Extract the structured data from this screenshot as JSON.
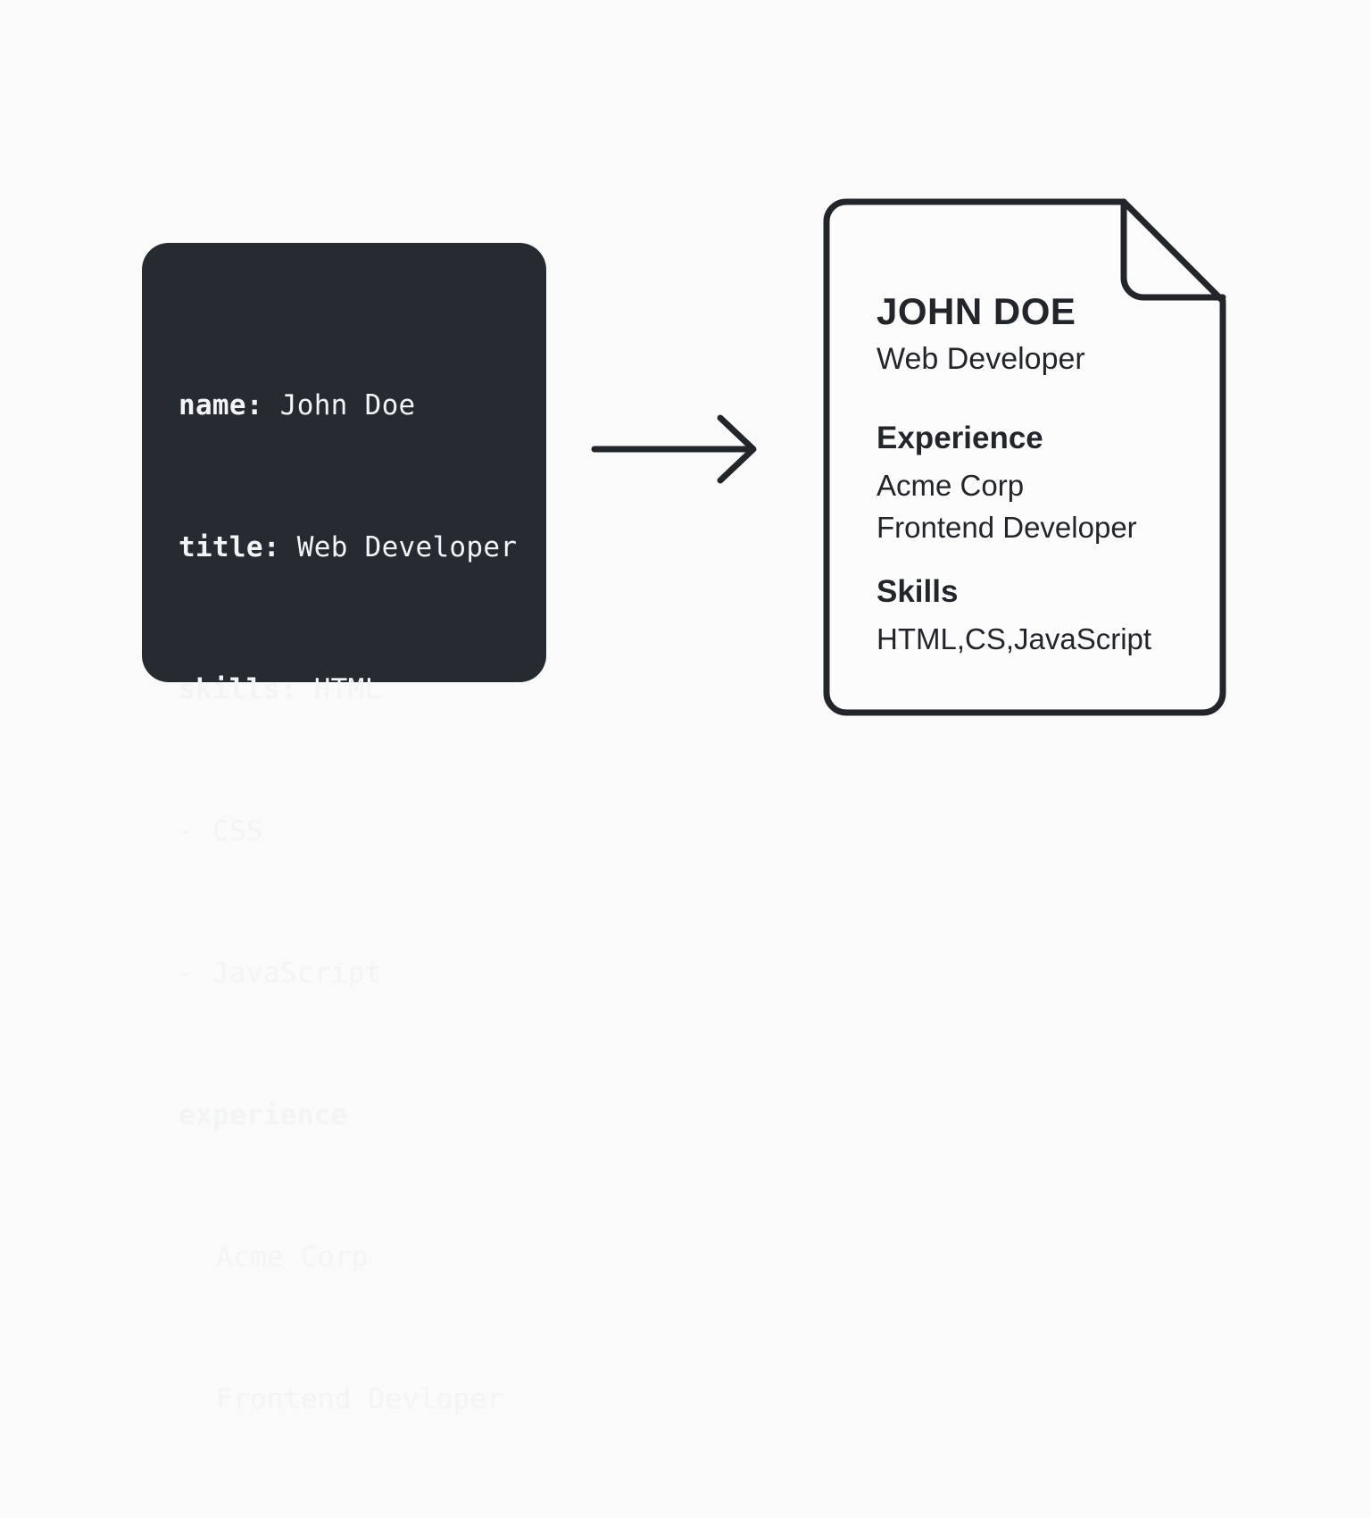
{
  "diagram": {
    "title": "YAML resume data transformed into a formatted resume document",
    "background_color": "#fafafa",
    "accent_dark": "#262b31",
    "stroke_color": "#22262b"
  },
  "code_card": {
    "name": "yaml-source-card",
    "background_color": "#262b31",
    "text_color": "#f2f4f5",
    "lines": [
      {
        "key": "name:",
        "value": " John Doe",
        "indent": false
      },
      {
        "key": "title:",
        "value": " Web Developer",
        "indent": false
      },
      {
        "key": "skills:",
        "value": " HTML",
        "indent": false
      },
      {
        "key": "",
        "value": "- CSS",
        "indent": false
      },
      {
        "key": "",
        "value": "- JavaScript",
        "indent": false
      },
      {
        "key": "experience",
        "value": "",
        "indent": false
      },
      {
        "key": "",
        "value": "Acme Corp",
        "indent": true
      },
      {
        "key": "",
        "value": "Frontend Devloper",
        "indent": true
      }
    ]
  },
  "arrow": {
    "name": "transform-arrow",
    "direction": "right",
    "color": "#22262b"
  },
  "document": {
    "name": "resume-document",
    "icon": "document-with-folded-corner",
    "page_color": "#fcfcfd",
    "border_color": "#22262b",
    "name_heading": "JOHN DOE",
    "job_title": "Web Developer",
    "sections": [
      {
        "heading": "Experience",
        "lines": [
          "Acme Corp",
          "Frontend Developer"
        ]
      },
      {
        "heading": "Skills",
        "lines": [
          "HTML,CS,JavaScript"
        ]
      }
    ]
  }
}
